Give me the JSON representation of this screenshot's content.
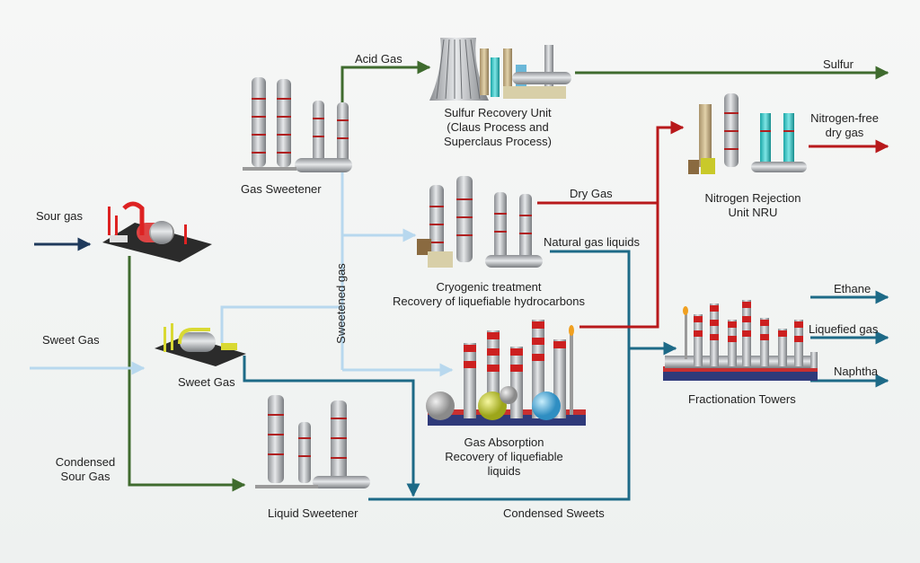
{
  "flow_colors": {
    "sour_gas": "#1f3a5c",
    "acid_gas": "#3f6b2e",
    "sulfur": "#3f6b2e",
    "sweet_gas": "#b8d8ee",
    "condensed": "#1d6a87",
    "dry_gas": "#b8191b",
    "nitrogen_free": "#b8191b",
    "products": "#1d6a87"
  },
  "labels": {
    "sour_gas": "Sour gas",
    "sweet_gas_in": "Sweet Gas",
    "condensed_sour_gas": [
      "Condensed",
      "Sour Gas"
    ],
    "gas_sweetener": "Gas Sweetener",
    "acid_gas": "Acid Gas",
    "sulfur_recovery": [
      "Sulfur Recovery Unit",
      "(Claus Process and",
      "Superclaus Process)"
    ],
    "sulfur": "Sulfur",
    "nitrogen_free": [
      "Nitrogen-free",
      "dry gas"
    ],
    "nitrogen_rejection": [
      "Nitrogen Rejection",
      "Unit NRU"
    ],
    "dry_gas": "Dry Gas",
    "natural_gas_liquids": "Natural gas liquids",
    "cryogenic": [
      "Cryogenic treatment",
      "Recovery of liquefiable hydrocarbons"
    ],
    "sweetened_gas": "Sweetened gas",
    "sweet_gas_unit": "Sweet Gas",
    "gas_absorption": [
      "Gas Absorption",
      "Recovery of liquefiable",
      "liquids"
    ],
    "liquid_sweetener": "Liquid Sweetener",
    "condensed_sweets": "Condensed Sweets",
    "ethane": "Ethane",
    "liquefied_gas": "Liquefied gas",
    "naphtha": "Naphtha",
    "fractionation": "Fractionation Towers"
  }
}
